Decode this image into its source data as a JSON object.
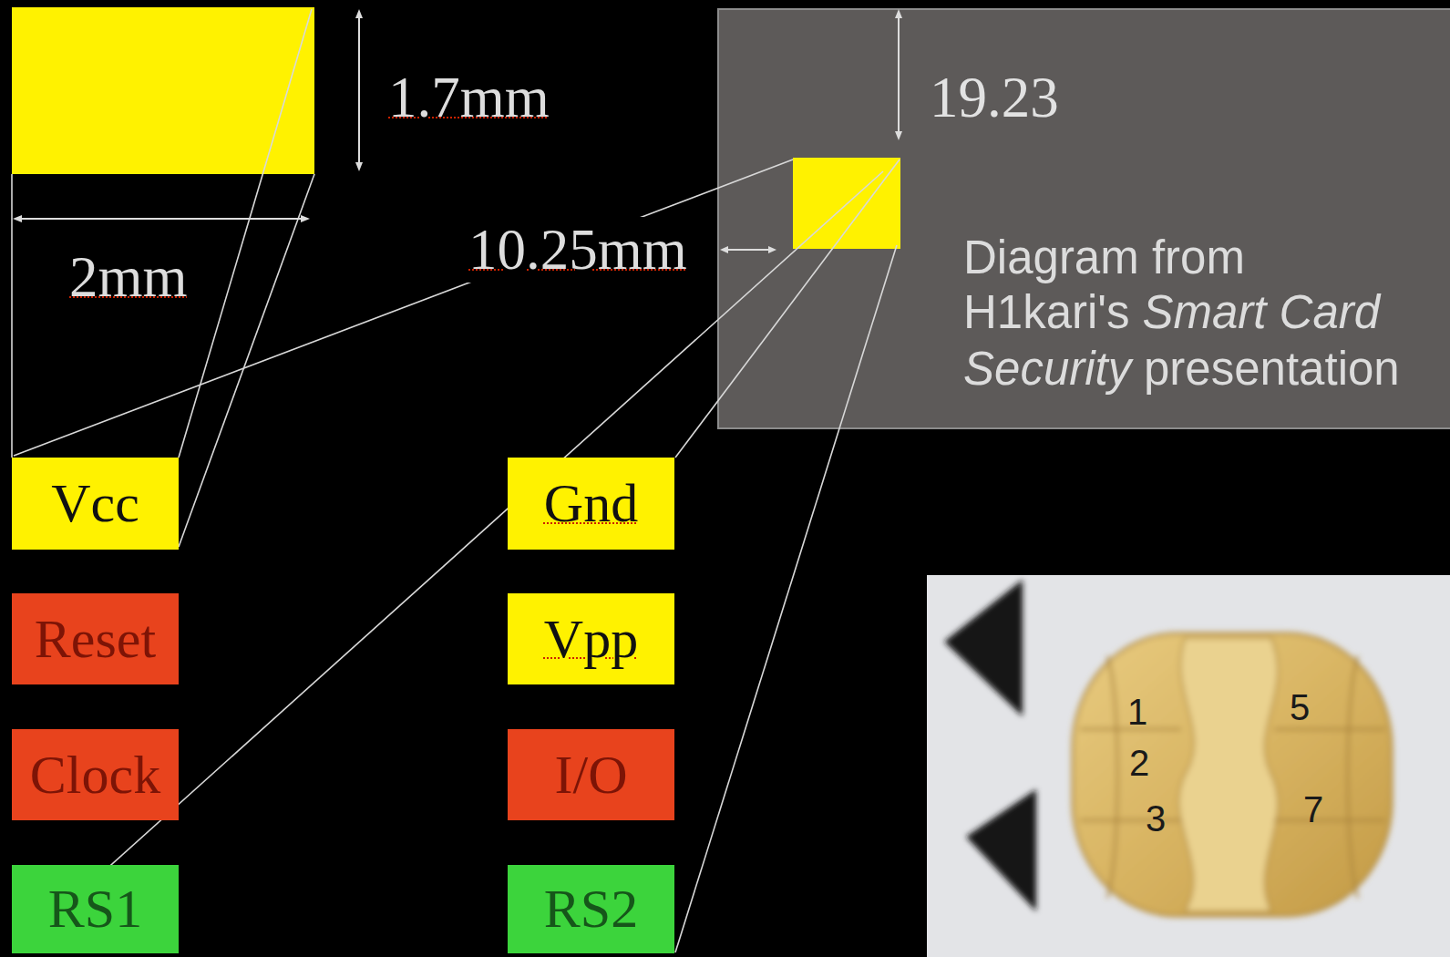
{
  "diagram": {
    "nodes": [
      {
        "text": [
          "Vcc"
        ]
      },
      {
        "text": [
          "Gnd"
        ]
      },
      {
        "text": [
          "Reset"
        ]
      },
      {
        "text": [
          "Vpp"
        ]
      },
      {
        "text": [
          "Clock"
        ]
      },
      {
        "text": [
          "I/O"
        ]
      },
      {
        "text": [
          "RS1"
        ]
      },
      {
        "text": [
          "RS2"
        ]
      }
    ],
    "labels": [
      "1.7mm",
      "19.23",
      "2mm",
      "10.25mm",
      "Diagram from",
      "H1kari's",
      "Smart Card",
      "Security",
      "presentation",
      "1",
      "5",
      "2",
      "3",
      "7"
    ]
  }
}
